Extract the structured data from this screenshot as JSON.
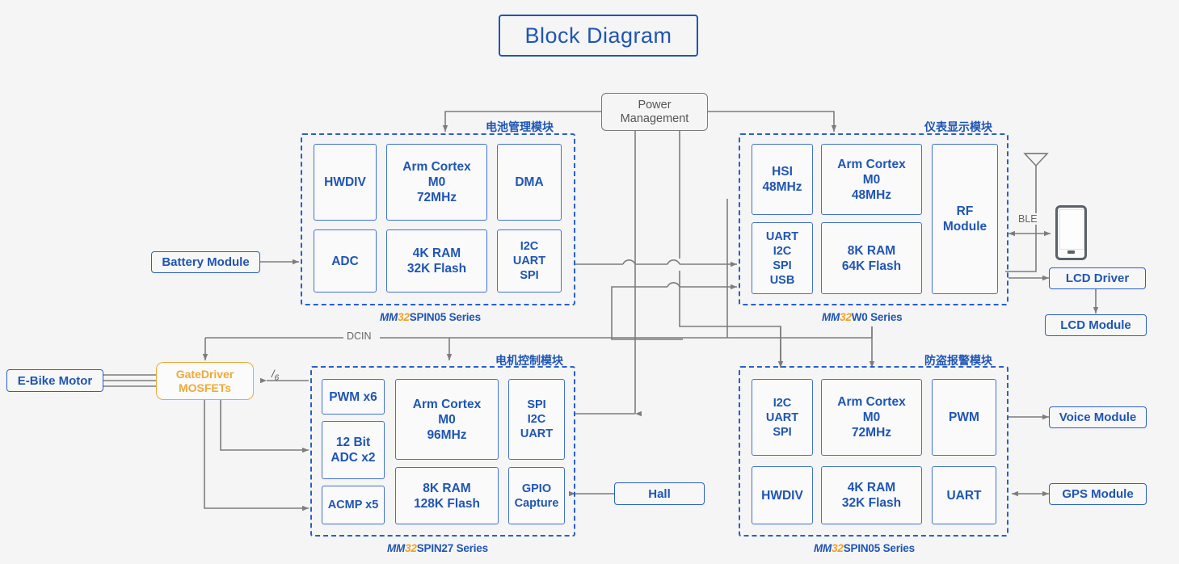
{
  "title": {
    "text": "Block Diagram"
  },
  "power": {
    "line1": "Power",
    "line2": "Management"
  },
  "groups": {
    "battery": {
      "zh_title": "电池管理模块",
      "series_mm": "MM",
      "series_32": "32",
      "series_rest": "SPIN05 Series",
      "cells": [
        {
          "name": "hwdiv",
          "lines": [
            "HWDIV"
          ]
        },
        {
          "name": "arm-cortex",
          "lines": [
            "Arm Cortex",
            "M0",
            "72MHz"
          ]
        },
        {
          "name": "dma",
          "lines": [
            "DMA"
          ]
        },
        {
          "name": "adc",
          "lines": [
            "ADC"
          ]
        },
        {
          "name": "ram-flash",
          "lines": [
            "4K RAM",
            "32K Flash"
          ]
        },
        {
          "name": "comms",
          "lines": [
            "I2C",
            "UART",
            "SPI"
          ]
        }
      ]
    },
    "display": {
      "zh_title": "仪表显示模块",
      "series_mm": "MM",
      "series_32": "32",
      "series_rest": "W0 Series",
      "cells": [
        {
          "name": "hsi",
          "lines": [
            "HSI",
            "48MHz"
          ]
        },
        {
          "name": "arm-cortex",
          "lines": [
            "Arm Cortex",
            "M0",
            "48MHz"
          ]
        },
        {
          "name": "rf-module",
          "lines": [
            "RF",
            "Module"
          ]
        },
        {
          "name": "comms",
          "lines": [
            "UART",
            "I2C",
            "SPI",
            "USB"
          ]
        },
        {
          "name": "ram-flash",
          "lines": [
            "8K RAM",
            "64K Flash"
          ]
        }
      ]
    },
    "motor": {
      "zh_title": "电机控制模块",
      "series_mm": "MM",
      "series_32": "32",
      "series_rest": "SPIN27 Series",
      "cells": [
        {
          "name": "pwm",
          "lines": [
            "PWM x6"
          ]
        },
        {
          "name": "adc",
          "lines": [
            "12 Bit",
            "ADC x2"
          ]
        },
        {
          "name": "acmp",
          "lines": [
            "ACMP x5"
          ]
        },
        {
          "name": "arm-cortex",
          "lines": [
            "Arm Cortex",
            "M0",
            "96MHz"
          ]
        },
        {
          "name": "ram-flash",
          "lines": [
            "8K RAM",
            "128K Flash"
          ]
        },
        {
          "name": "comms",
          "lines": [
            "SPI",
            "I2C",
            "UART"
          ]
        },
        {
          "name": "gpio",
          "lines": [
            "GPIO",
            "Capture"
          ]
        }
      ]
    },
    "alarm": {
      "zh_title": "防盗报警模块",
      "series_mm": "MM",
      "series_32": "32",
      "series_rest": "SPIN05 Series",
      "cells": [
        {
          "name": "comms",
          "lines": [
            "I2C",
            "UART",
            "SPI"
          ]
        },
        {
          "name": "arm-cortex",
          "lines": [
            "Arm Cortex",
            "M0",
            "72MHz"
          ]
        },
        {
          "name": "pwm",
          "lines": [
            "PWM"
          ]
        },
        {
          "name": "hwdiv",
          "lines": [
            "HWDIV"
          ]
        },
        {
          "name": "ram-flash",
          "lines": [
            "4K RAM",
            "32K Flash"
          ]
        },
        {
          "name": "uart",
          "lines": [
            "UART"
          ]
        }
      ]
    }
  },
  "externals": {
    "battery_module": "Battery Module",
    "ebike_motor": "E-Bike Motor",
    "gate_driver_l1": "GateDriver",
    "gate_driver_l2": "MOSFETs",
    "hall": "Hall",
    "lcd_driver": "LCD Driver",
    "lcd_module": "LCD Module",
    "voice_module": "Voice Module",
    "gps_module": "GPS Module"
  },
  "wire_labels": {
    "dcin": "DCIN",
    "ble": "BLE",
    "phase_current": "/",
    "phase_current_sub": "6"
  },
  "colors": {
    "accent_blue": "#1f55b5",
    "cell_border": "#3f72d4",
    "orange": "#f0a93a",
    "wire_grey": "#7d7d7d",
    "background": "#f5f5f5"
  }
}
